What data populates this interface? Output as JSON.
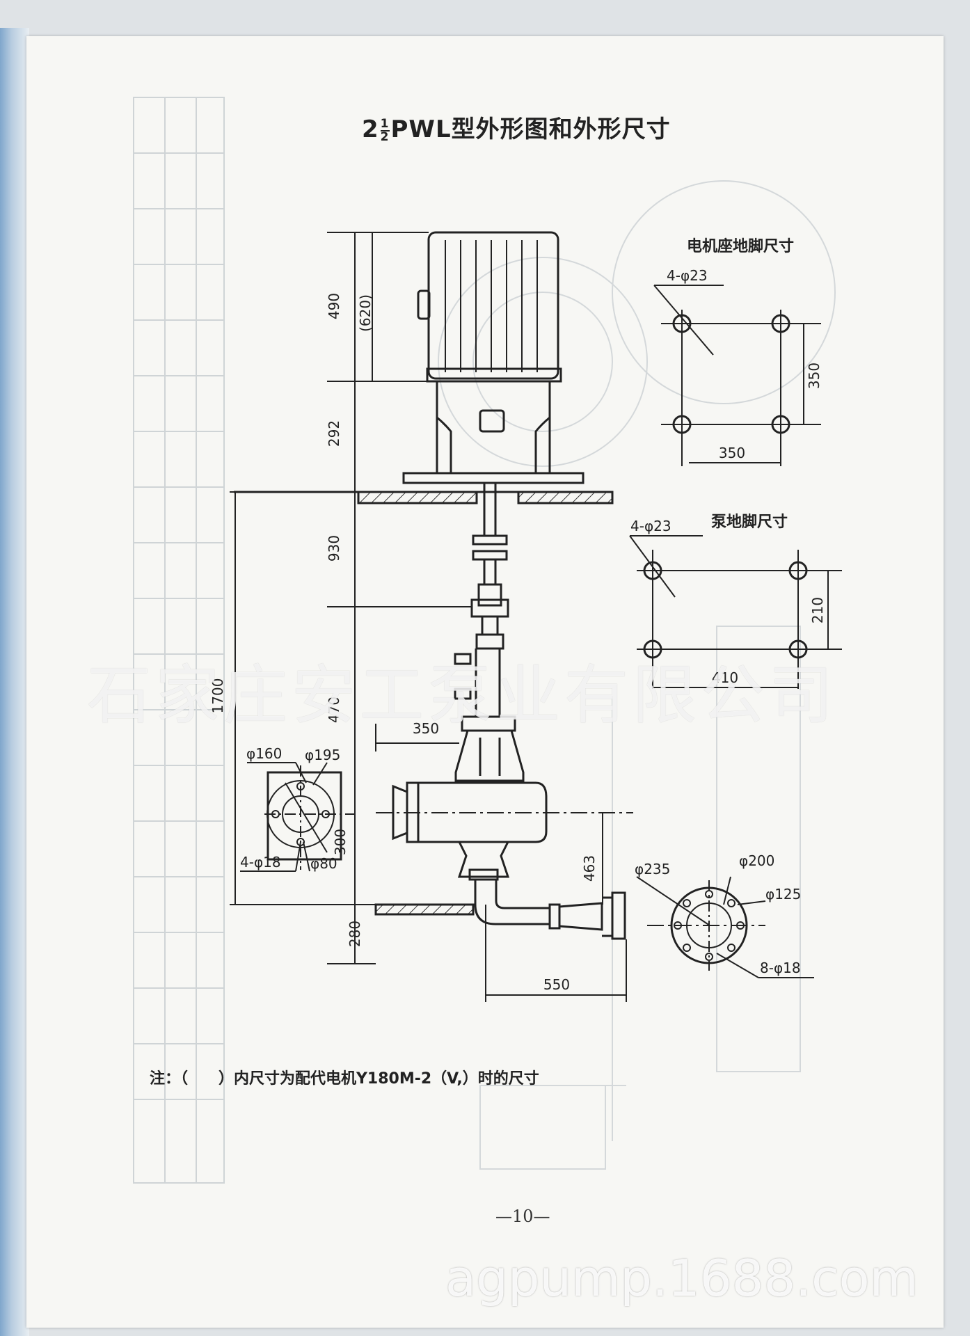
{
  "title": {
    "prefix": "2",
    "frac_num": "1",
    "frac_den": "2",
    "text": "PWL型外形图和外形尺寸"
  },
  "motor_base": {
    "heading": "电机座地脚尺寸",
    "holes": "4-φ23",
    "width": "350",
    "height": "350"
  },
  "pump_base": {
    "heading": "泵地脚尺寸",
    "holes": "4-φ23",
    "width": "410",
    "height": "210"
  },
  "dimensions": {
    "motor": "490",
    "motor_alt": "(620)",
    "bracket": "292",
    "shaft": "930",
    "column": "470",
    "total": "1700",
    "outlet_offset": "350",
    "inlet_height": "463",
    "foot": "280",
    "discharge_length": "550",
    "flange_left_height": "300"
  },
  "inlet_flange": {
    "d_outer": "φ195",
    "d_bolt": "φ160",
    "d_bore": "φ80",
    "holes": "4-φ18"
  },
  "outlet_flange": {
    "d_outer": "φ235",
    "d_bolt": "φ200",
    "d_bore": "φ125",
    "holes": "8-φ18"
  },
  "note": "注：（　　）内尺寸为配代电机Y180M-2（V,）时的尺寸",
  "page_number": "—10—",
  "watermark": {
    "company": "石家庄安工泵业有限公司",
    "url": "agpump.1688.com"
  }
}
